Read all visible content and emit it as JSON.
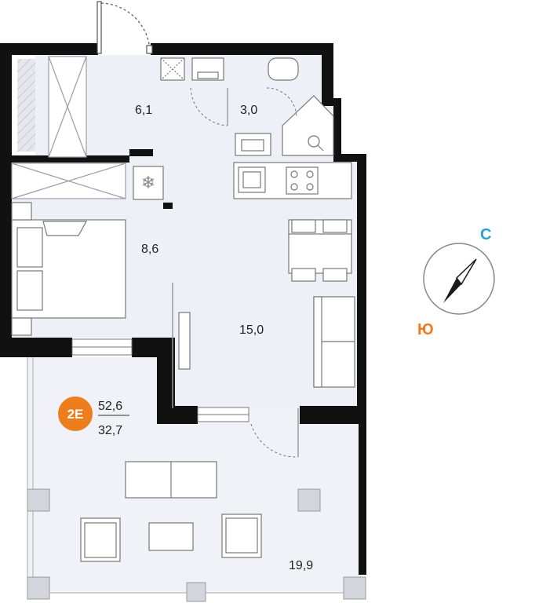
{
  "rooms": [
    {
      "id": "hall",
      "area": "6,1"
    },
    {
      "id": "bathroom",
      "area": "3,0"
    },
    {
      "id": "bedroom",
      "area": "8,6"
    },
    {
      "id": "kitchen-living",
      "area": "15,0"
    },
    {
      "id": "terrace",
      "area": "19,9"
    }
  ],
  "badge": {
    "label": "2E",
    "total_area": "52,6",
    "living_area": "32,7"
  },
  "compass": {
    "north_label": "С",
    "south_label": "Ю"
  },
  "colors": {
    "accent": "#ee7d1e",
    "north": "#2e9fd6",
    "wall": "#111111",
    "floor": "#eef0f7",
    "terrace": "#f1f2f7"
  }
}
